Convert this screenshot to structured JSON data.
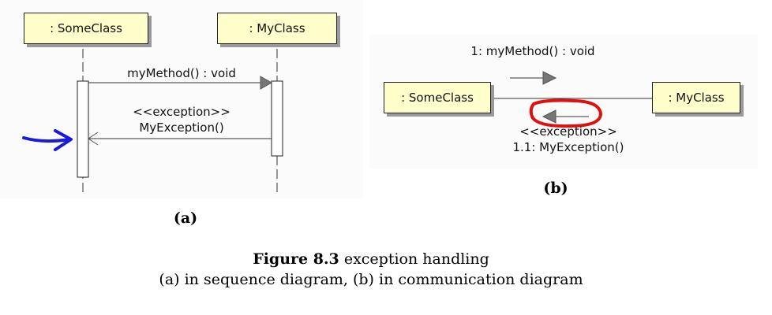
{
  "diagram_a": {
    "left_object": ": SomeClass",
    "right_object": ": MyClass",
    "call_message": "myMethod() : void",
    "exception_stereotype": "<<exception>>",
    "exception_message": "MyException()",
    "panel_label": "(a)"
  },
  "diagram_b": {
    "left_object": ": SomeClass",
    "right_object": ": MyClass",
    "call_message": "1: myMethod() : void",
    "exception_stereotype": "<<exception>>",
    "exception_message": "1.1: MyException()",
    "panel_label": "(b)"
  },
  "caption": {
    "figure_number": "Figure 8.3",
    "title": "exception handling",
    "subtitle": "(a) in sequence diagram, (b) in communication diagram"
  },
  "colors": {
    "object_fill": "#ffffcc",
    "highlight_arrow": "#1a1adc",
    "highlight_circle": "#e01010"
  }
}
